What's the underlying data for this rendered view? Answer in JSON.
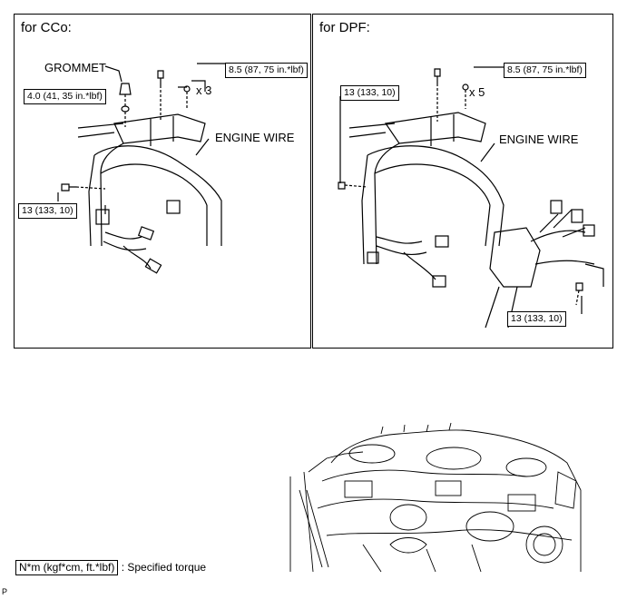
{
  "left_panel": {
    "title": "for CCo:",
    "torque_grommet": "4.0 (41, 35 in.*lbf)",
    "torque_top": "8.5 (87, 75 in.*lbf)",
    "torque_side": "13 (133, 10)",
    "label_grommet": "GROMMET",
    "label_wire": "ENGINE WIRE",
    "count": "x 3"
  },
  "right_panel": {
    "title": "for DPF:",
    "torque_top": "8.5 (87, 75 in.*lbf)",
    "torque_left": "13 (133, 10)",
    "torque_bottom": "13 (133, 10)",
    "label_wire": "ENGINE WIRE",
    "count": "x 5"
  },
  "legend": {
    "unit_box": "N*m (kgf*cm, ft.*lbf)",
    "text": ": Specified torque"
  },
  "footer_code": "P"
}
